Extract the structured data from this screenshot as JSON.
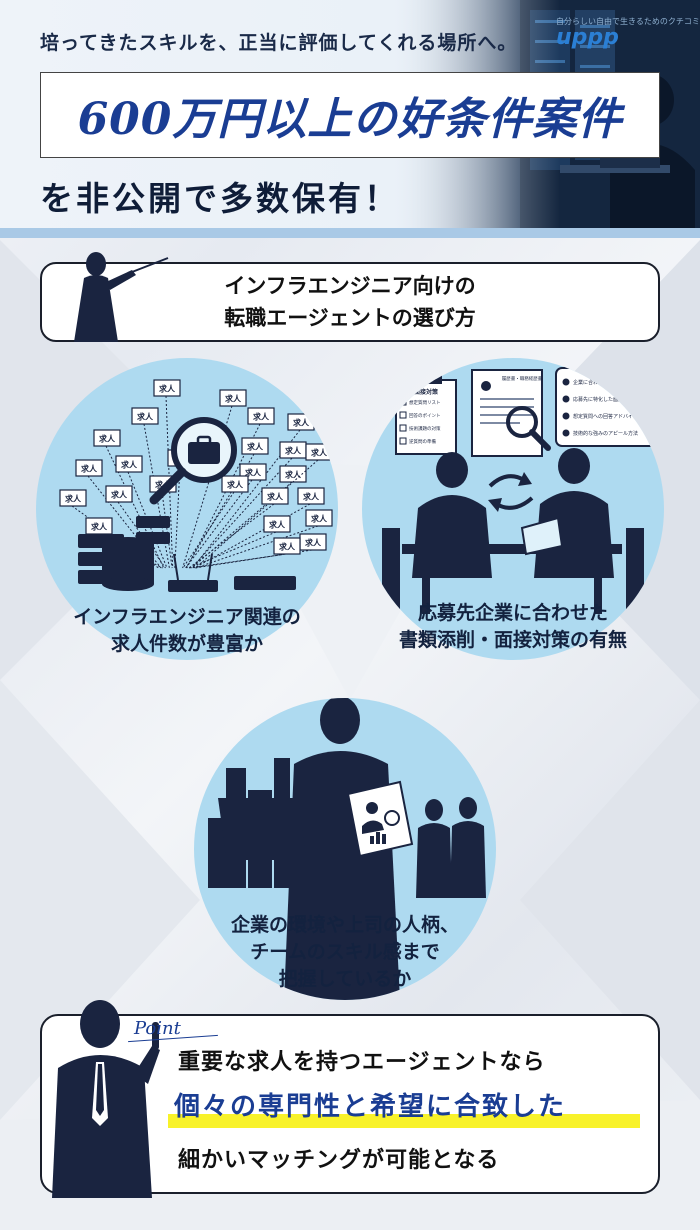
{
  "header": {
    "tagline": "培ってきたスキルを、正当に評価してくれる場所へ。",
    "logo_sub": "自分らしい自由で生きるためのクチコミ",
    "logo_main": "uppp",
    "headline": "600万円以上の好条件案件",
    "subheadline": "を非公開で多数保有！"
  },
  "title_card": {
    "line1": "インフラエンジニア向けの",
    "line2": "転職エージェントの選び方"
  },
  "points": [
    {
      "line1": "インフラエンジニア関連の",
      "line2": "求人件数が豊富か"
    },
    {
      "line1": "応募先企業に合わせた",
      "line2": "書類添削・面接対策の有無"
    },
    {
      "line1": "企業の環境や上司の人柄、",
      "line2": "チームのスキル感まで",
      "line3": "把握しているか"
    }
  ],
  "tag_label": "求人",
  "checklist_left": {
    "title": "面接対策",
    "items": [
      "想定質問リスト",
      "回答のポイント",
      "技術課題の対策",
      "逆質問の準備"
    ]
  },
  "resume_label": "履歴書・職務経歴書",
  "checklist_right": {
    "items": [
      "企業に合わせた書類添削",
      "応募先に特化した面接対策",
      "想定質問への回答アドバイス",
      "技術的な強みのアピール方法"
    ]
  },
  "point_box": {
    "label": "Point",
    "line1": "重要な求人を持つエージェントなら",
    "line2": "個々の専門性と希望に合致した",
    "line3": "細かいマッチングが可能となる"
  },
  "colors": {
    "navy": "#13223f",
    "accent_blue": "#1a3d93",
    "circle": "#aedaf0",
    "highlight": "#f8f22a"
  }
}
